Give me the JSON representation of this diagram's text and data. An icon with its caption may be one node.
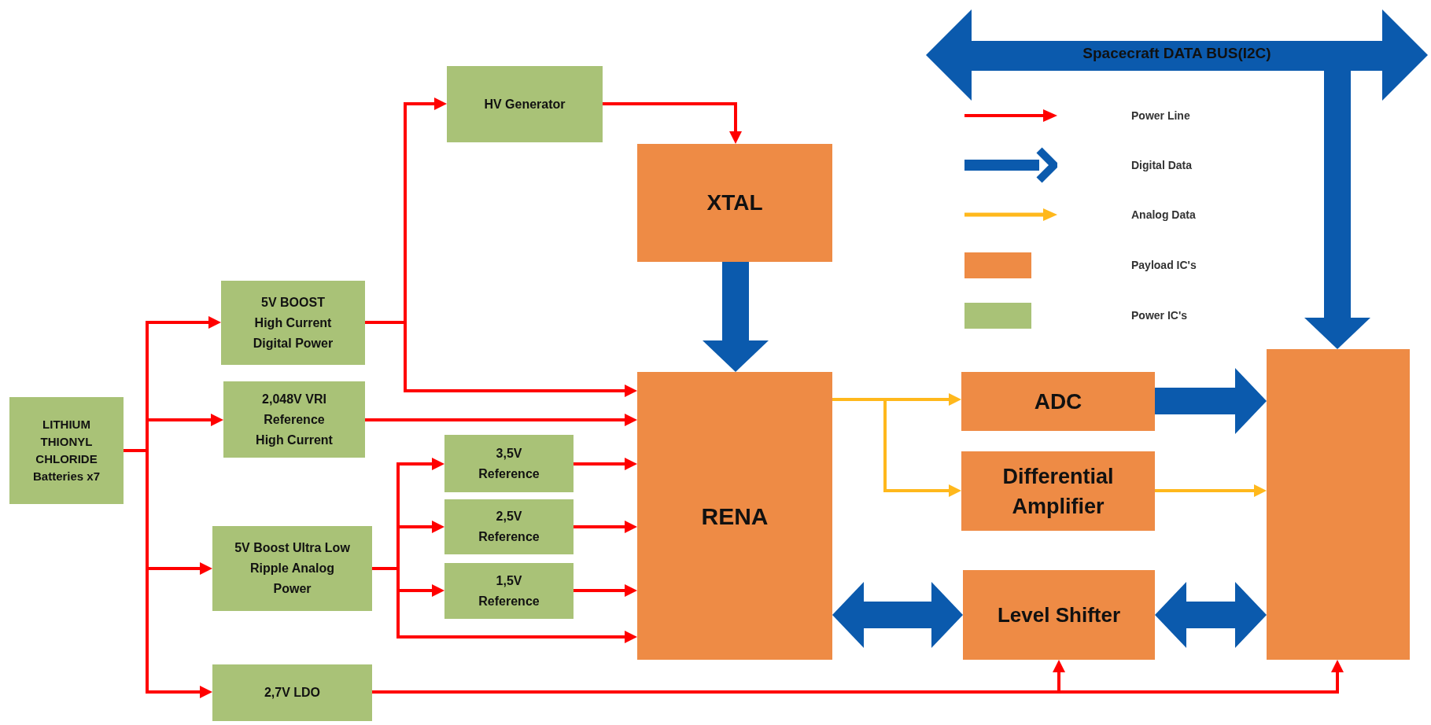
{
  "diagram": {
    "nodes": [
      {
        "text": [
          "LITHIUM THIONYL CHLORIDE Batteries x7"
        ]
      },
      {
        "text": [
          "5V BOOST High Current Digital Power"
        ]
      },
      {
        "text": [
          "2,048V VRI Reference High Current"
        ]
      },
      {
        "text": [
          "5V Boost Ultra Low Ripple Analog Power"
        ]
      },
      {
        "text": [
          "2,7V LDO"
        ]
      },
      {
        "text": [
          "HV Generator"
        ]
      },
      {
        "text": [
          "XTAL"
        ]
      },
      {
        "text": [
          "RENA"
        ]
      },
      {
        "text": [
          "3,5V Reference"
        ]
      },
      {
        "text": [
          "2,5V Reference"
        ]
      },
      {
        "text": [
          "1,5V Reference"
        ]
      },
      {
        "text": [
          "ADC"
        ]
      },
      {
        "text": [
          "Differential Amplifier"
        ]
      },
      {
        "text": [
          "Level Shifter"
        ]
      },
      {
        "text": [],
        "shape": "box"
      },
      {
        "text": [
          "Spacecraft DATA BUS(I2C)"
        ]
      }
    ],
    "edges": [
      {
        "from": 0,
        "to": 1,
        "arrow": "to"
      },
      {
        "from": 0,
        "to": 2,
        "arrow": "to"
      },
      {
        "from": 0,
        "to": 3,
        "arrow": "to"
      },
      {
        "from": 0,
        "to": 4,
        "arrow": "to"
      },
      {
        "from": 1,
        "to": 5,
        "arrow": "to"
      },
      {
        "from": 1,
        "to": 7,
        "arrow": "to"
      },
      {
        "from": 2,
        "to": 7,
        "arrow": "to"
      },
      {
        "from": 5,
        "to": 6,
        "arrow": "to"
      },
      {
        "from": 3,
        "to": 8,
        "arrow": "to"
      },
      {
        "from": 3,
        "to": 9,
        "arrow": "to"
      },
      {
        "from": 3,
        "to": 10,
        "arrow": "to"
      },
      {
        "from": 3,
        "to": 7,
        "arrow": "to"
      },
      {
        "from": 8,
        "to": 7,
        "arrow": "to"
      },
      {
        "from": 9,
        "to": 7,
        "arrow": "to"
      },
      {
        "from": 10,
        "to": 7,
        "arrow": "to"
      },
      {
        "from": 4,
        "to": 13,
        "arrow": "to"
      },
      {
        "from": 4,
        "to": 14,
        "arrow": "to"
      },
      {
        "from": 7,
        "to": 11,
        "arrow": "to",
        "color": "#ffb81c"
      },
      {
        "from": 7,
        "to": 12,
        "arrow": "to",
        "color": "#ffb81c"
      },
      {
        "from": 12,
        "to": 14,
        "arrow": "to",
        "color": "#ffb81c"
      },
      {
        "from": 11,
        "to": 14,
        "arrow": "to",
        "style": "thick",
        "color": "#0b5aad"
      },
      {
        "from": 6,
        "to": 7,
        "arrow": "to",
        "style": "thick",
        "color": "#0b5aad"
      },
      {
        "from": 7,
        "to": 13,
        "arrow": "both",
        "style": "thick",
        "color": "#0b5aad"
      },
      {
        "from": 13,
        "to": 14,
        "arrow": "both",
        "style": "thick",
        "color": "#0b5aad"
      },
      {
        "from": 15,
        "to": 14,
        "arrow": "to",
        "style": "thick",
        "color": "#0b5aad"
      }
    ],
    "legend": [
      {
        "text": "Power Line"
      },
      {
        "text": "Digital Data"
      },
      {
        "text": "Analog Data"
      },
      {
        "text": "Payload IC's",
        "color": "#ee8b45"
      },
      {
        "text": "Power IC's",
        "color": "#a9c277"
      }
    ]
  }
}
